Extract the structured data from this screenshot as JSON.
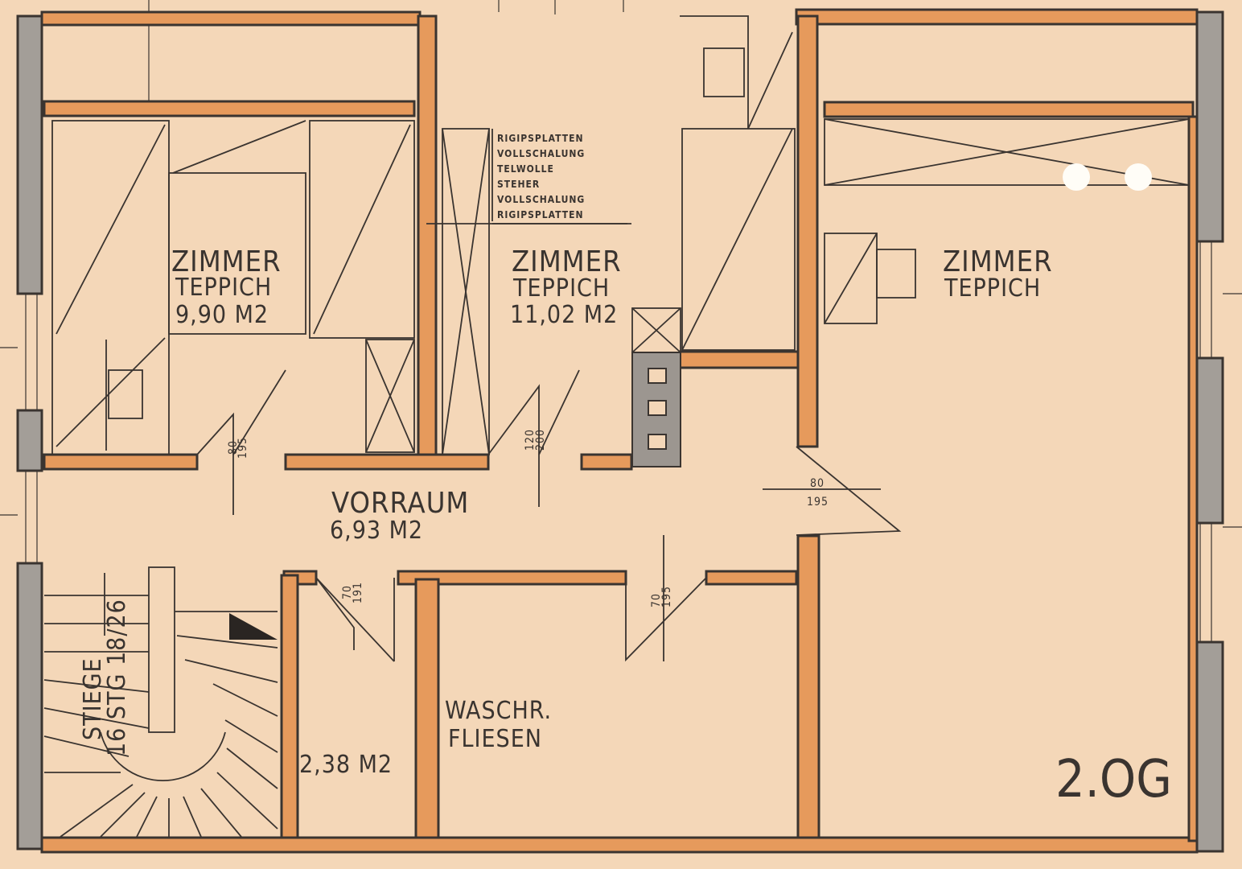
{
  "rooms": {
    "room_left": {
      "name": "ZIMMER",
      "floor": "TEPPICH",
      "area": "9,90  M2"
    },
    "room_mid": {
      "name": "ZIMMER",
      "floor": "TEPPICH",
      "area": "11,02 M2"
    },
    "room_right": {
      "name": "ZIMMER",
      "floor": "TEPPICH"
    },
    "hall": {
      "name": "VORRAUM",
      "area": "6,93 M2"
    },
    "wc": {
      "area": "2,38 M2"
    },
    "bath": {
      "name": "WASCHR.",
      "floor": "FLIESEN"
    },
    "stairs": {
      "name": "STIEGE",
      "spec": "16 STG 18/26"
    }
  },
  "wall_build_up": [
    "RIGIPSPLATTEN",
    "VOLLSCHALUNG",
    "TELWOLLE",
    "STEHER",
    "VOLLSCHALUNG",
    "RIGIPSPLATTEN"
  ],
  "doors": {
    "d1": {
      "width": "80",
      "height": "195"
    },
    "d2": {
      "width": "120",
      "height": "200"
    },
    "d3": {
      "width": "80",
      "height": "195"
    },
    "d4": {
      "width": "70",
      "height": "191"
    },
    "d5": {
      "width": "70",
      "height": "195"
    }
  },
  "floor_label": "2.OG",
  "colors": {
    "paper": "#f4d7b8",
    "wall": "#e69a5c",
    "exterior_wall": "#a39e98",
    "ink": "#3a3430"
  }
}
